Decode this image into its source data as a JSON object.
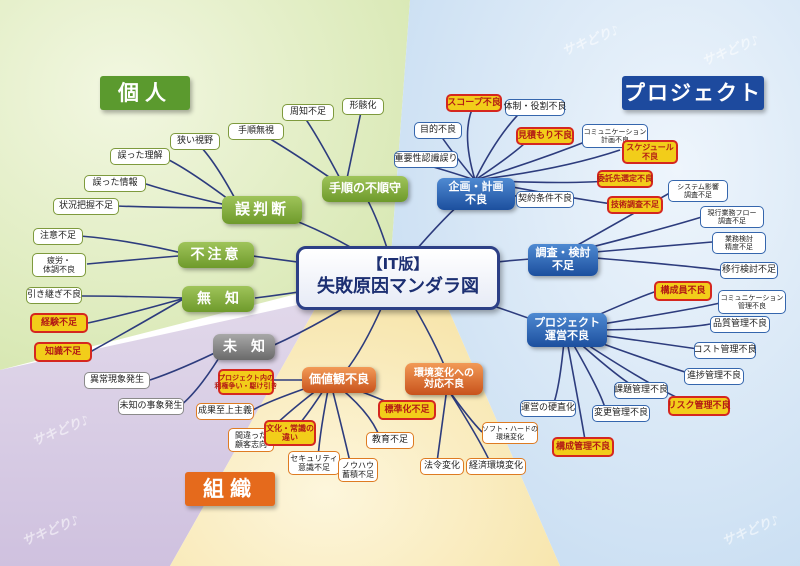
{
  "sections": {
    "individual": "個人",
    "project": "プロジェクト",
    "organization": "組織"
  },
  "center": {
    "line1": "【IT版】",
    "line2": "失敗原因マンダラ図"
  },
  "watermark": "サキどり♪",
  "branches": {
    "judgment_error": "誤判断",
    "procedure_noncompliance": "手順の不順守",
    "carelessness": "不注意",
    "ignorance": "無　知",
    "unknown": "未　知",
    "values_defect": "価値観不良",
    "env_change": [
      "環境変化への",
      "対応不良"
    ],
    "planning_defect": [
      "企画・計画",
      "不良"
    ],
    "research_insufficient": [
      "調査・検討",
      "不足"
    ],
    "project_management_defect": [
      "プロジェクト",
      "運営不良"
    ]
  },
  "leaves": {
    "misunderstanding": "誤った理解",
    "narrow_view": "狭い視野",
    "wrong_info": "誤った情報",
    "situation_misgrasp": "状況把握不足",
    "ignore_procedure": "手順無視",
    "not_known": "周知不足",
    "formality": "形骸化",
    "attention_lack": "注意不足",
    "fatigue": [
      "疲労・",
      "体調不良"
    ],
    "handover_defect": "引き継ぎ不良",
    "experience_lack": "経験不足",
    "knowledge_lack": "知識不足",
    "abnormal_event": "異常現象発生",
    "unknown_event": "未知の事象発生",
    "project_conflict": [
      "プロジェクト内の",
      "利権争い・駆け引き"
    ],
    "profit_first": "成果至上主義",
    "wrong_customer": [
      "間違った",
      "顧客志向"
    ],
    "culture_diff": [
      "文化・常識の",
      "違い"
    ],
    "security_awareness": [
      "セキュリティ",
      "意識不足"
    ],
    "knowhow": [
      "ノウハウ",
      "蓄積不足"
    ],
    "standardization": "標準化不足",
    "education": "教育不足",
    "law_change": "法令変化",
    "economy_change": "経済環境変化",
    "sw_hw_change": [
      "ソフト・ハードの",
      "環境変化"
    ],
    "scope_defect": "スコープ不良",
    "org_roles": "体制・役割不良",
    "objective_defect": "目的不良",
    "estimate_defect": "見積もり不良",
    "communication_plan": [
      "コミュニケーション",
      "計画不良"
    ],
    "schedule_defect": [
      "スケジュール",
      "不良"
    ],
    "requirement_misrecog": "重要性認識誤り",
    "outsource_selection": "委託先選定不良",
    "contract_defect": "契約条件不良",
    "tech_research": "技術調査不足",
    "system_impact": [
      "システム影響",
      "調査不足"
    ],
    "business_flow": [
      "現行業務フロー",
      "調査不足"
    ],
    "business_review": [
      "業務検討",
      "精度不足"
    ],
    "migration_review": "移行検討不足",
    "member_defect": "構成員不良",
    "communication_mgmt": [
      "コミュニケーション",
      "管理不良"
    ],
    "quality_mgmt": "品質管理不良",
    "cost_mgmt": "コスト管理不良",
    "progress_mgmt": "進捗管理不良",
    "issue_mgmt": "課題管理不良",
    "risk_mgmt": "リスク管理不良",
    "change_mgmt": "変更管理不良",
    "ops_rigidity": "運営の硬直化",
    "config_mgmt": "構成管理不良"
  },
  "colors": {
    "green": "#5b9a2e",
    "blue": "#1d4a9e",
    "orange": "#e56a1c",
    "red_leaf_border": "#d5271f",
    "red_leaf_fill": "#f2cd1a",
    "grey": "#6f6f6f"
  }
}
